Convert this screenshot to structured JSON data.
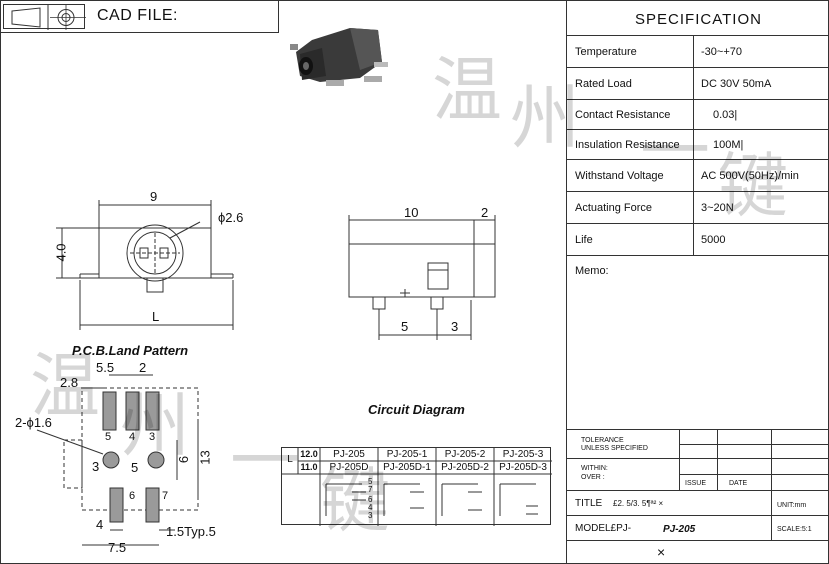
{
  "header": {
    "cad_label": "CAD FILE:"
  },
  "watermark": [
    "温",
    "州",
    "一",
    "键"
  ],
  "drawing": {
    "top_view": {
      "dim_width": "9",
      "dim_height": "4.0",
      "dim_dia": "ϕ2.6",
      "dim_L": "L"
    },
    "side_view": {
      "dim_10": "10",
      "dim_2": "2",
      "dim_5": "5",
      "dim_3": "3"
    },
    "pcb": {
      "title": "P.C.B.Land Pattern",
      "dims": {
        "d55": "5.5",
        "d2": "2",
        "d28": "2.8",
        "d16": "2-ϕ1.6",
        "d6": "6",
        "d13": "13",
        "d4": "4",
        "d75": "7.5",
        "d15": "1.5Typ.5",
        "d5": "5"
      },
      "pins": {
        "p5": "5",
        "p4": "4",
        "p3top": "3",
        "p3": "3",
        "p5mid": "5",
        "p6": "6",
        "p7": "7"
      }
    },
    "circuit_title": "Circuit Diagram",
    "circuit": {
      "L_label": "L",
      "row1_len": "12.0",
      "row2_len": "11.0",
      "row1": [
        "PJ-205",
        "PJ-205-1",
        "PJ-205-2",
        "PJ-205-3"
      ],
      "row2": [
        "PJ-205D",
        "PJ-205D-1",
        "PJ-205D-2",
        "PJ-205D-3"
      ],
      "pin_labels": [
        "5",
        "7",
        "6",
        "4",
        "3"
      ]
    }
  },
  "spec": {
    "title": "SPECIFICATION",
    "rows": [
      {
        "key": "Temperature",
        "value": "-30~+70"
      },
      {
        "key": "Rated Load",
        "value": "DC 30V 50mA"
      },
      {
        "key": "Contact Resistance",
        "value": "0.03|"
      },
      {
        "key": "Insulation Resistance",
        "value": "100M|"
      },
      {
        "key": "Withstand Voltage",
        "value": "AC 500V(50Hz)/min"
      },
      {
        "key": "Actuating Force",
        "value": "3~20N"
      },
      {
        "key": "Life",
        "value": "5000"
      }
    ],
    "memo_label": "Memo:",
    "tolerance": "TOLERANCE",
    "unless": "UNLESS SPECIFIED",
    "within": "WITHIN:",
    "over": "OVER   :",
    "issue": "ISSUE",
    "date": "DATE",
    "title_label": "TITLE",
    "title_value": "£2. 5/3. 5¶ª² ×",
    "unit": "UNIT:mm",
    "model_label": "MODEL£PJ-",
    "model_value": "PJ-205",
    "scale": "SCALE:5:1",
    "footer_mark": "×"
  },
  "colors": {
    "line": "#333333",
    "pad": "#9a9a9a",
    "photo_body": "#3a3a3a"
  }
}
